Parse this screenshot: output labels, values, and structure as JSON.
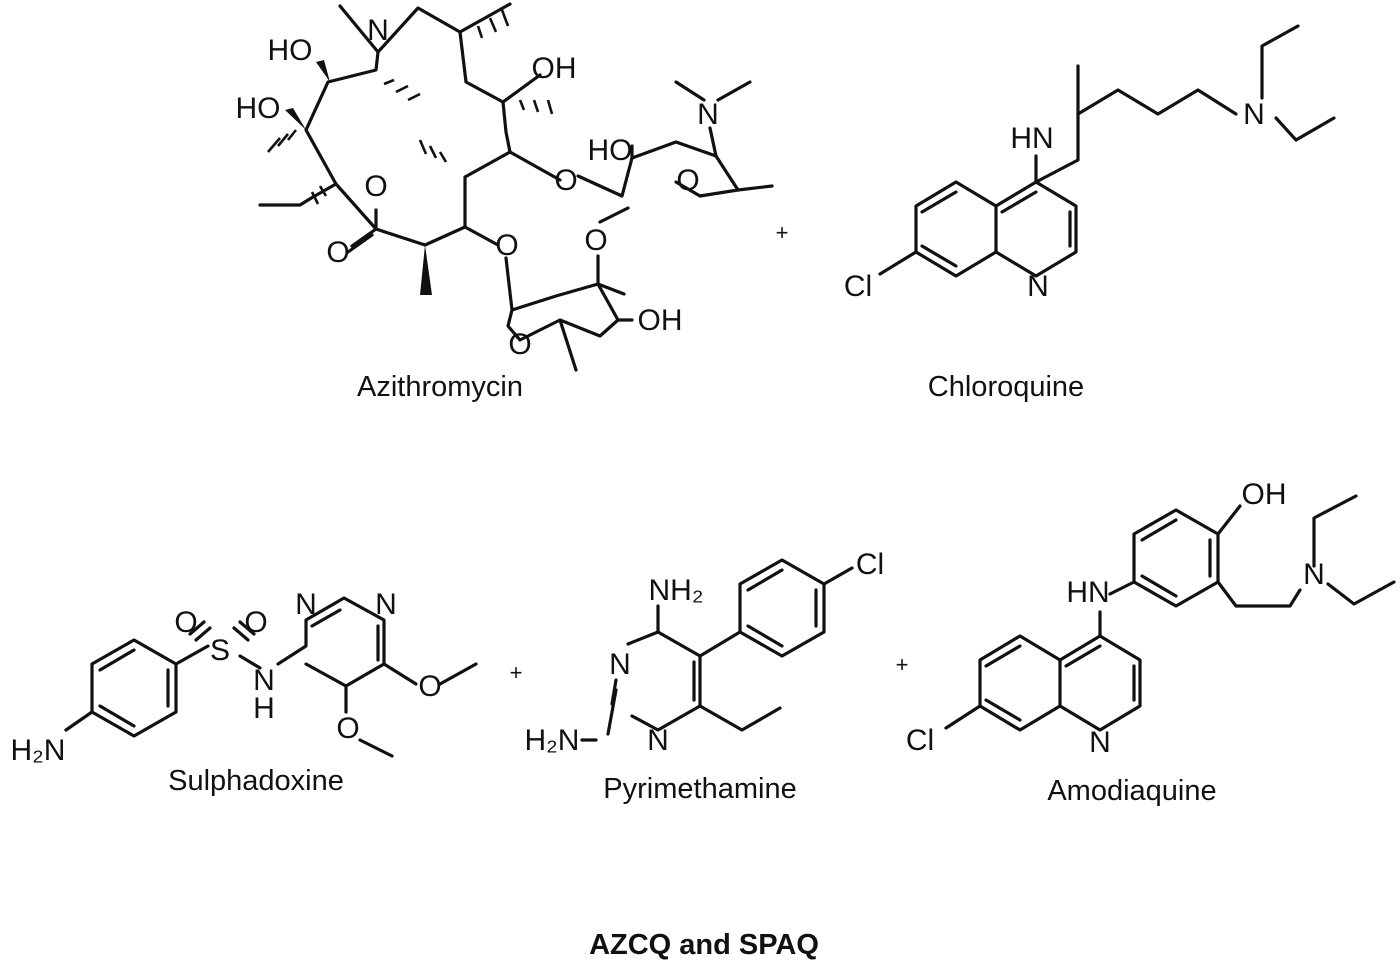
{
  "molecules": {
    "azithromycin": {
      "name": "Azithromycin",
      "N": "N",
      "O": "O",
      "OH": "OH",
      "HO": "HO",
      "Me2N": "N"
    },
    "chloroquine": {
      "name": "Chloroquine",
      "HN": "HN",
      "N": "N",
      "Cl": "Cl"
    },
    "sulphadoxine": {
      "name": "Sulphadoxine",
      "O": "O",
      "S": "S",
      "N": "N",
      "H": "H",
      "H2N": "H₂N"
    },
    "pyrimethamine": {
      "name": "Pyrimethamine",
      "NH2": "NH₂",
      "H2N": "H₂N",
      "N": "N",
      "Cl": "Cl"
    },
    "amodiaquine": {
      "name": "Amodiaquine",
      "OH": "OH",
      "HN": "HN",
      "N": "N",
      "Cl": "Cl"
    }
  },
  "plus": "+",
  "caption": "AZCQ and SPAQ"
}
